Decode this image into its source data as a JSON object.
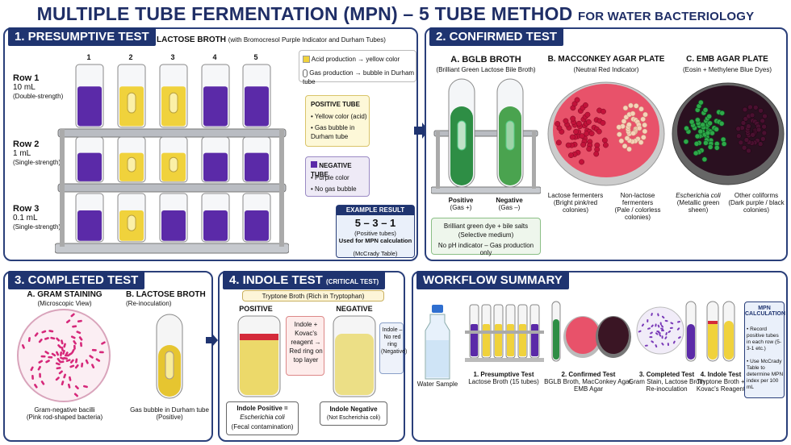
{
  "title_main": "MULTIPLE TUBE FERMENTATION (MPN) – 5 TUBE METHOD",
  "title_sub": "FOR WATER BACTERIOLOGY",
  "presumptive": {
    "header": "1. PRESUMPTIVE TEST",
    "subtitle": "LACTOSE BROTH",
    "subtitle_note": "(with Bromocresol Purple Indicator and Durham Tubes)",
    "cols": [
      "1",
      "2",
      "3",
      "4",
      "5"
    ],
    "rows": [
      {
        "name": "Row 1",
        "vol": "10 mL",
        "strength": "(Double-strength)"
      },
      {
        "name": "Row 2",
        "vol": "1 mL",
        "strength": "(Single-strength)"
      },
      {
        "name": "Row 3",
        "vol": "0.1 mL",
        "strength": "(Single-strength)"
      }
    ],
    "legend_acid": "Acid production → yellow color",
    "legend_gas": "Gas production → bubble in Durham tube",
    "positive_title": "POSITIVE TUBE",
    "positive_items": [
      "Yellow color (acid)",
      "Gas bubble in Durham tube"
    ],
    "negative_title": "NEGATIVE TUBE",
    "negative_items": [
      "Purple color",
      "No gas bubble"
    ],
    "example_title": "EXAMPLE RESULT",
    "example_value": "5 – 3 – 1",
    "example_note1": "(Positive tubes)",
    "example_note2": "Used for MPN calculation",
    "example_note3": "(McCrady Table)"
  },
  "confirmed": {
    "header": "2. CONFIRMED TEST",
    "a_title": "A. BGLB BROTH",
    "a_sub": "(Brilliant Green Lactose Bile Broth)",
    "a_pos": "Positive",
    "a_pos2": "(Gas +)",
    "a_neg": "Negative",
    "a_neg2": "(Gas –)",
    "a_note1": "Brilliant green dye + bile salts",
    "a_note2": "(Selective medium)",
    "a_note3": "No pH indicator – Gas production only",
    "b_title": "B. MACCONKEY AGAR PLATE",
    "b_sub": "(Neutral Red Indicator)",
    "b_l1": "Lactose fermenters",
    "b_l2": "(Bright pink/red colonies)",
    "b_r1": "Non-lactose fermenters",
    "b_r2": "(Pale / colorless colonies)",
    "c_title": "C. EMB AGAR PLATE",
    "c_sub": "(Eosin + Methylene Blue Dyes)",
    "c_l1": "Escherichia coli",
    "c_l2": "(Metallic green sheen)",
    "c_r1": "Other coliforms",
    "c_r2": "(Dark purple / black colonies)"
  },
  "completed": {
    "header": "3. COMPLETED TEST",
    "a_title": "A. GRAM STAINING",
    "a_sub": "(Microscopic View)",
    "a_note1": "Gram-negative bacilli",
    "a_note2": "(Pink rod-shaped bacteria)",
    "b_title": "B. LACTOSE BROTH",
    "b_sub": "(Re-inoculation)",
    "b_note1": "Gas bubble in Durham tube",
    "b_note2": "(Positive)"
  },
  "indole": {
    "header": "4. INDOLE TEST",
    "header_note": "(CRITICAL TEST)",
    "broth": "Tryptone Broth (Rich in Tryptophan)",
    "pos": "POSITIVE",
    "neg": "NEGATIVE",
    "pos_box": "Indole + Kovac's reagent → Red ring on top layer",
    "neg_box": "Indole – No red ring (Negative)",
    "pos_res1": "Indole Positive =",
    "pos_res2": "Escherichia coli",
    "pos_res3": "(Fecal contamination)",
    "neg_res1": "Indole Negative",
    "neg_res2": "(Not Escherichia coli)"
  },
  "workflow": {
    "header": "WORKFLOW SUMMARY",
    "water": "Water Sample",
    "s1": "1. Presumptive Test",
    "s1b": "Lactose Broth (15 tubes)",
    "s2": "2. Confirmed Test",
    "s2b": "BGLB Broth, MacConkey Agar, EMB Agar",
    "s3": "3. Completed Test",
    "s3b": "Gram Stain, Lactose Broth Re-inoculation",
    "s4": "4. Indole Test",
    "s4b": "Tryptone Broth + Kovac's Reagent",
    "mpn_title": "MPN CALCULATION",
    "mpn1": "• Record positive tubes in each row (5-3-1 etc.)",
    "mpn2": "• Use McCrady Table to determine MPN index per 100 mL"
  },
  "colors": {
    "navy": "#1f3470",
    "purple": "#5b2aa8",
    "yellow": "#f0d23c",
    "green": "#3aa048",
    "red": "#d42a3a"
  }
}
